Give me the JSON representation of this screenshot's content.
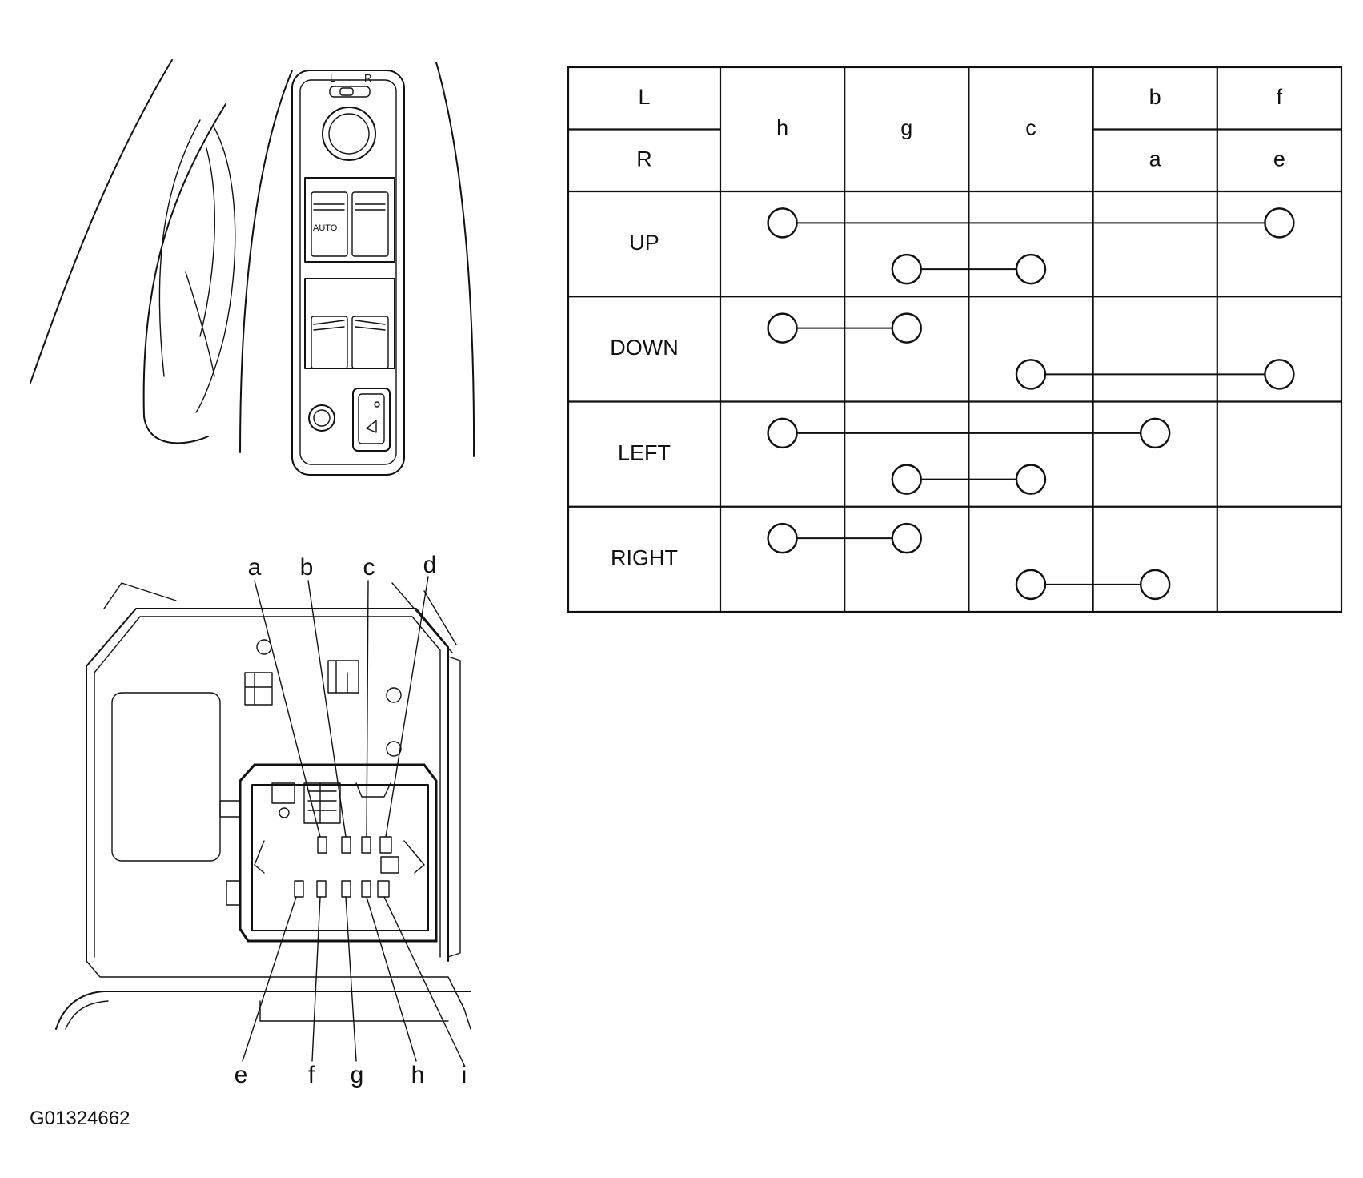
{
  "figure_code": "G01324662",
  "switch_panel": {
    "mirror_selector_left": "L",
    "mirror_selector_right": "R",
    "auto_button_label": "AUTO"
  },
  "connector_terminals": {
    "top_row": [
      "a",
      "b",
      "c",
      "d"
    ],
    "bottom_row": [
      "e",
      "f",
      "g",
      "h",
      "i"
    ]
  },
  "continuity_table": {
    "header_rows": [
      "L",
      "R"
    ],
    "columns": [
      {
        "key": "h",
        "L": "h",
        "R": "h"
      },
      {
        "key": "g",
        "L": "g",
        "R": "g"
      },
      {
        "key": "c",
        "L": "c",
        "R": "c"
      },
      {
        "key": "ba",
        "L": "b",
        "R": "a"
      },
      {
        "key": "fe",
        "L": "f",
        "R": "e"
      }
    ],
    "rows": [
      {
        "label": "UP",
        "connections": [
          [
            "h",
            "fe"
          ],
          [
            "g",
            "c"
          ]
        ]
      },
      {
        "label": "DOWN",
        "connections": [
          [
            "h",
            "g"
          ],
          [
            "c",
            "fe"
          ]
        ]
      },
      {
        "label": "LEFT",
        "connections": [
          [
            "h",
            "ba"
          ],
          [
            "g",
            "c"
          ]
        ]
      },
      {
        "label": "RIGHT",
        "connections": [
          [
            "h",
            "g"
          ],
          [
            "c",
            "ba"
          ]
        ]
      }
    ]
  }
}
